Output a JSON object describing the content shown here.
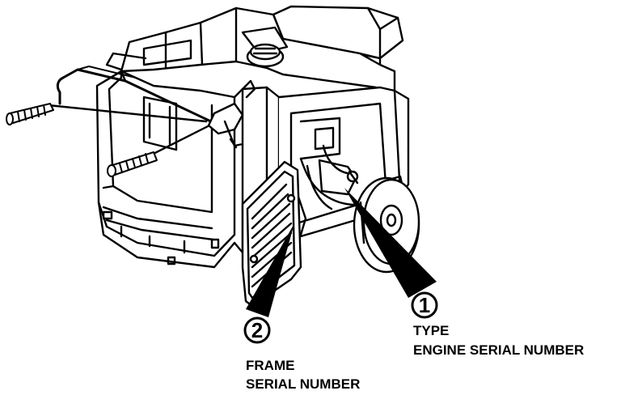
{
  "callouts": [
    {
      "number": "1",
      "lines": [
        "TYPE",
        "ENGINE SERIAL NUMBER"
      ]
    },
    {
      "number": "2",
      "lines": [
        "FRAME",
        "SERIAL NUMBER"
      ]
    }
  ]
}
